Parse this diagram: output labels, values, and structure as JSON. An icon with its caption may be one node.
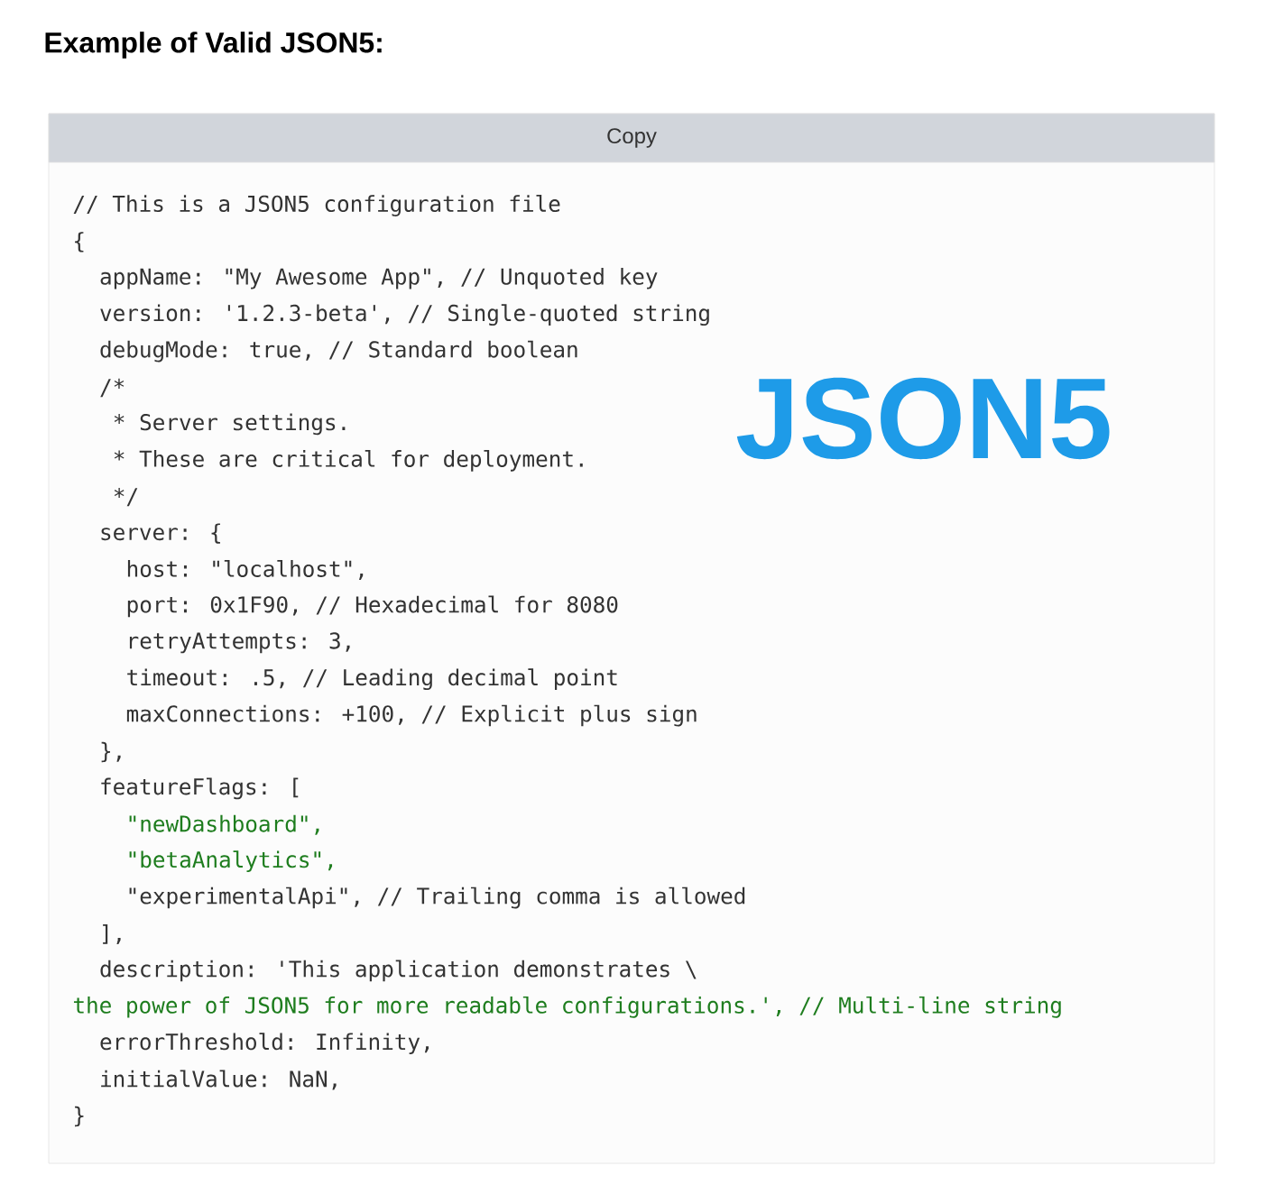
{
  "diagram": {
    "title": "Example of Valid JSON5:",
    "nodes": [
      {
        "text": [
          "Copy"
        ]
      }
    ],
    "labels": [
      "// This is a JSON5 configuration file",
      "{",
      "appName: \"My Awesome App\", // Unquoted key",
      "version: '1.2.3-beta', // Single-quoted string",
      "debugMode: true, // Standard boolean",
      "/*",
      "* Server settings.",
      "* These are critical for deployment.",
      "*/",
      "server: {",
      "host: \"localhost\",",
      "port: 0x1F90, // Hexadecimal for 8080",
      "retryAttempts: 3,",
      "timeout: .5, // Leading decimal point",
      "maxConnections: +100, // Explicit plus sign",
      "},",
      "featureFlags: [",
      "\"newDashboard\",",
      "\"betaAnalytics\",",
      "\"experimentalApi\", // Trailing comma is allowed",
      "],",
      "description: 'This application demonstrates \\",
      "the power of JSON5 for more readable configurations.', // Multi-line string",
      "errorThreshold: Infinity,",
      "initialValue: NaN,",
      "}",
      "JSON5"
    ]
  }
}
